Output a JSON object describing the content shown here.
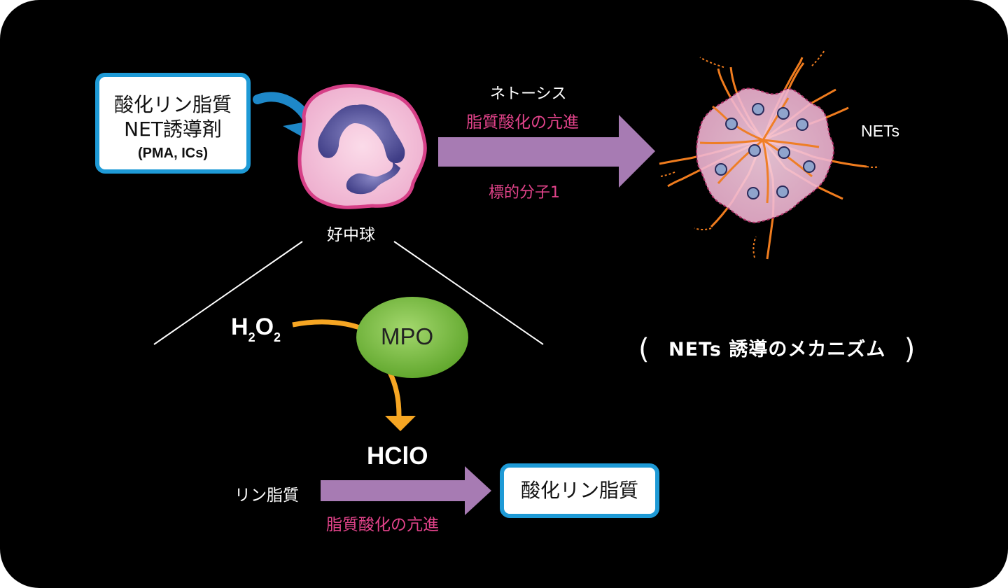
{
  "inducer": {
    "line1": "酸化リン脂質",
    "line2": "NET誘導剤",
    "line3": "(PMA, ICs)"
  },
  "neutrophil_label": "好中球",
  "netosis": {
    "top_label": "ネトーシス",
    "pink_label": "脂質酸化の亢進",
    "target_label": "標的分子1"
  },
  "nets_label": "NETs",
  "mechanism_title": {
    "open": "(",
    "text": "NETs 誘導のメカニズム",
    "close": ")"
  },
  "reaction": {
    "substrate_main": "H",
    "substrate_sub1": "2",
    "substrate_mid": "O",
    "substrate_sub2": "2",
    "enzyme": "MPO",
    "product": "HClO",
    "lipid": "リン脂質",
    "oxidized_lipid": "酸化リン脂質",
    "arrow_label": "脂質酸化の亢進"
  },
  "colors": {
    "background": "#000000",
    "box_border": "#1e9ad6",
    "arrow_purple": "#a77bb3",
    "pink_text": "#e2438a",
    "cell_fill": "#f0b9d3",
    "cell_border": "#d63f87",
    "nucleus": "#4b4a93",
    "mpo_green": "#7cc142",
    "orange_arrow": "#f6a623",
    "dna_orange": "#f07c1e",
    "nets_dots": "#8fa4cc"
  }
}
